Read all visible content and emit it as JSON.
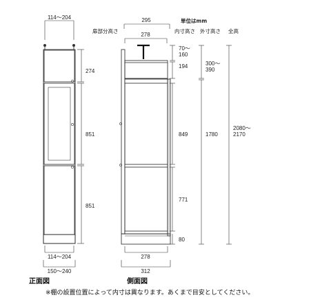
{
  "unit_label": "単位はmm",
  "headers": {
    "door_height": "扉部分高さ",
    "inner_height": "内寸高さ",
    "outer_height": "外寸高さ",
    "total_height": "全高"
  },
  "front_view": {
    "label": "正面図",
    "top_width": "114～204",
    "door_top": "274",
    "door_middle": "851",
    "door_bottom": "851",
    "bottom_inner_width": "114～204",
    "bottom_outer_width": "150～240"
  },
  "side_view": {
    "label": "側面図",
    "top_outer_width": "295",
    "top_inner_width": "278",
    "inner_top": "70～160",
    "inner_upper": "194",
    "inner_middle": "849",
    "inner_lower": "771",
    "base_height": "80",
    "outer_upper": "300～390",
    "outer_main": "1780",
    "total_height": "2080～2170",
    "bottom_inner_width": "278",
    "bottom_outer_width": "312"
  },
  "note": "※棚の設置位置によって内寸は異なります。あくまで目安としてください。"
}
